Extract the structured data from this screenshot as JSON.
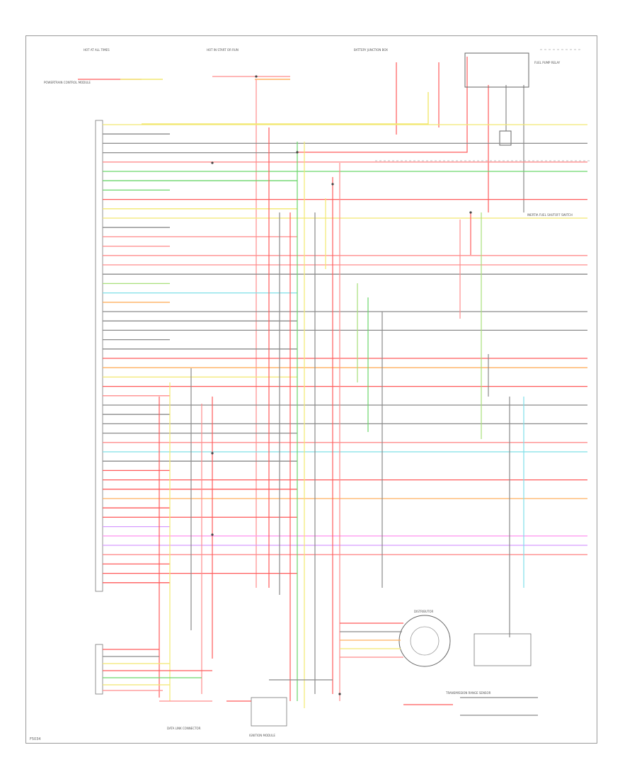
{
  "diagram": {
    "footer_code": "F5034",
    "component_labels": [
      "POWERTRAIN CONTROL MODULE",
      "DATA LINK CONNECTOR",
      "IGNITION MODULE",
      "TRANSMISSION RANGE SENSOR",
      "DISTRIBUTOR",
      "FUEL PUMP RELAY",
      "INERTIA FUEL SHUTOFF SWITCH",
      "BATTERY JUNCTION BOX",
      "HOT AT ALL TIMES",
      "HOT IN START OR RUN"
    ],
    "wire_colors": {
      "red": "#ff5a5a",
      "pink": "#ff8c8c",
      "yellow": "#f2e870",
      "green": "#6bd66b",
      "lightgreen": "#a8e07a",
      "orange": "#ffb060",
      "cyan": "#7fe0e8",
      "blue": "#8fb0ff",
      "violet": "#d79cff",
      "magenta": "#ff9cf0",
      "gray": "#8a8a8a",
      "dark": "#555555"
    }
  }
}
